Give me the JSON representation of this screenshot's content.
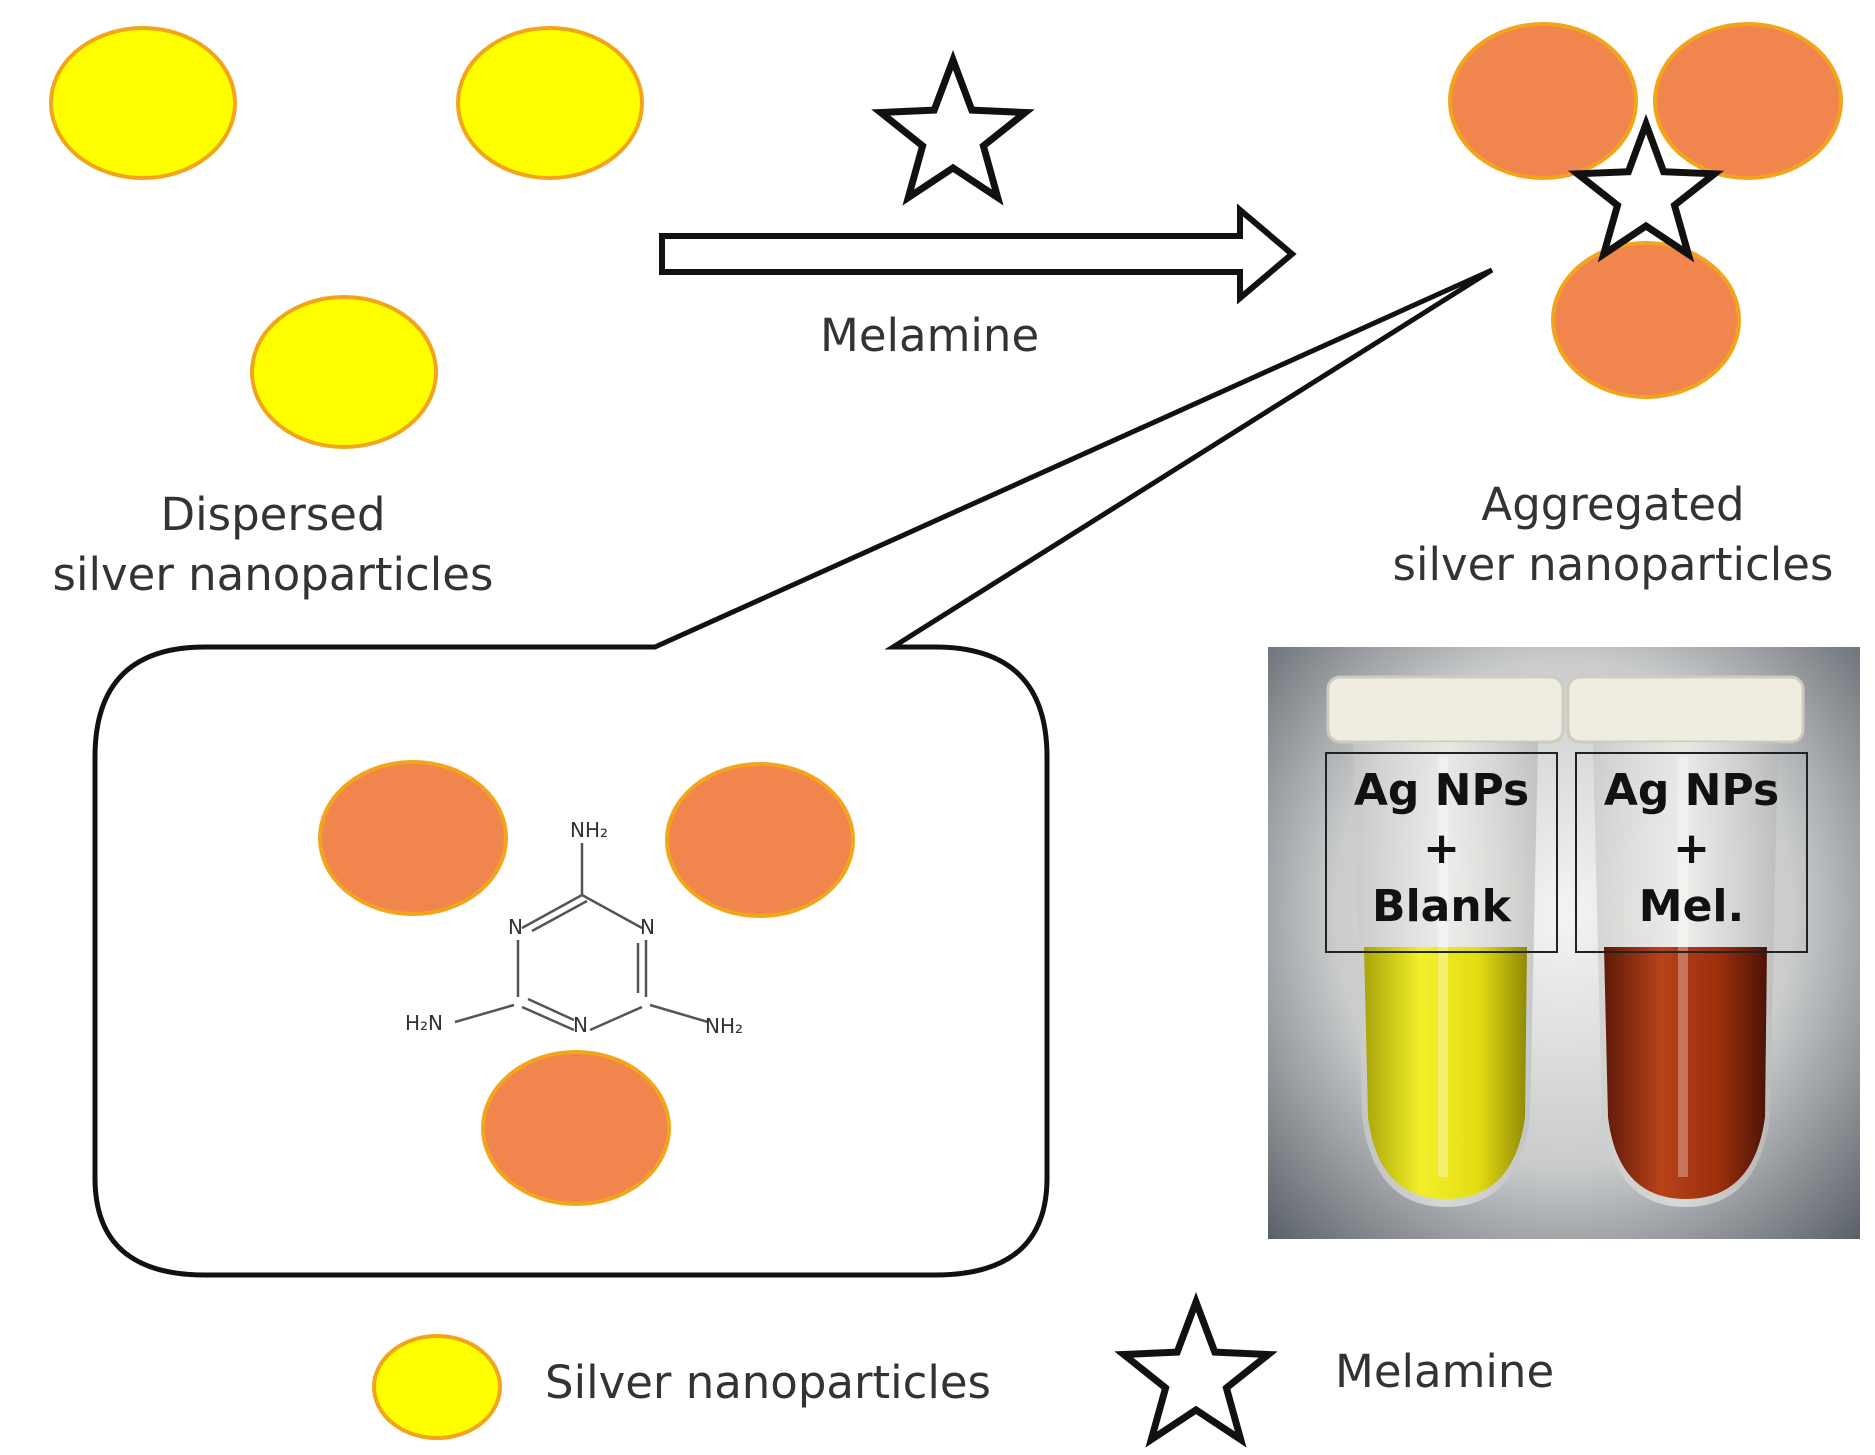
{
  "reaction": {
    "arrow_label": "Melamine",
    "dispersed_label": [
      "Dispersed",
      "silver nanoparticles"
    ],
    "aggregated_label": [
      "Aggregated",
      "silver nanoparticles"
    ]
  },
  "inset": {
    "molecule": {
      "top_group": "NH₂",
      "left_group": "H₂N",
      "right_group": "NH₂",
      "ring_atom": "N"
    }
  },
  "photo": {
    "left_tube_label": [
      "Ag NPs",
      "+",
      "Blank"
    ],
    "right_tube_label": [
      "Ag NPs",
      "+",
      "Mel."
    ]
  },
  "legend": {
    "nanoparticle_label": "Silver nanoparticles",
    "melamine_label": "Melamine"
  },
  "colors": {
    "dispersed_fill": "#ffff00",
    "aggregated_fill": "#f0854e",
    "particle_stroke": "#f2a51a",
    "blank_solution": "#e6e21a",
    "melamine_solution": "#a8340f"
  },
  "icons": [
    "star-icon",
    "arrow-icon",
    "nanoparticle-icon"
  ]
}
